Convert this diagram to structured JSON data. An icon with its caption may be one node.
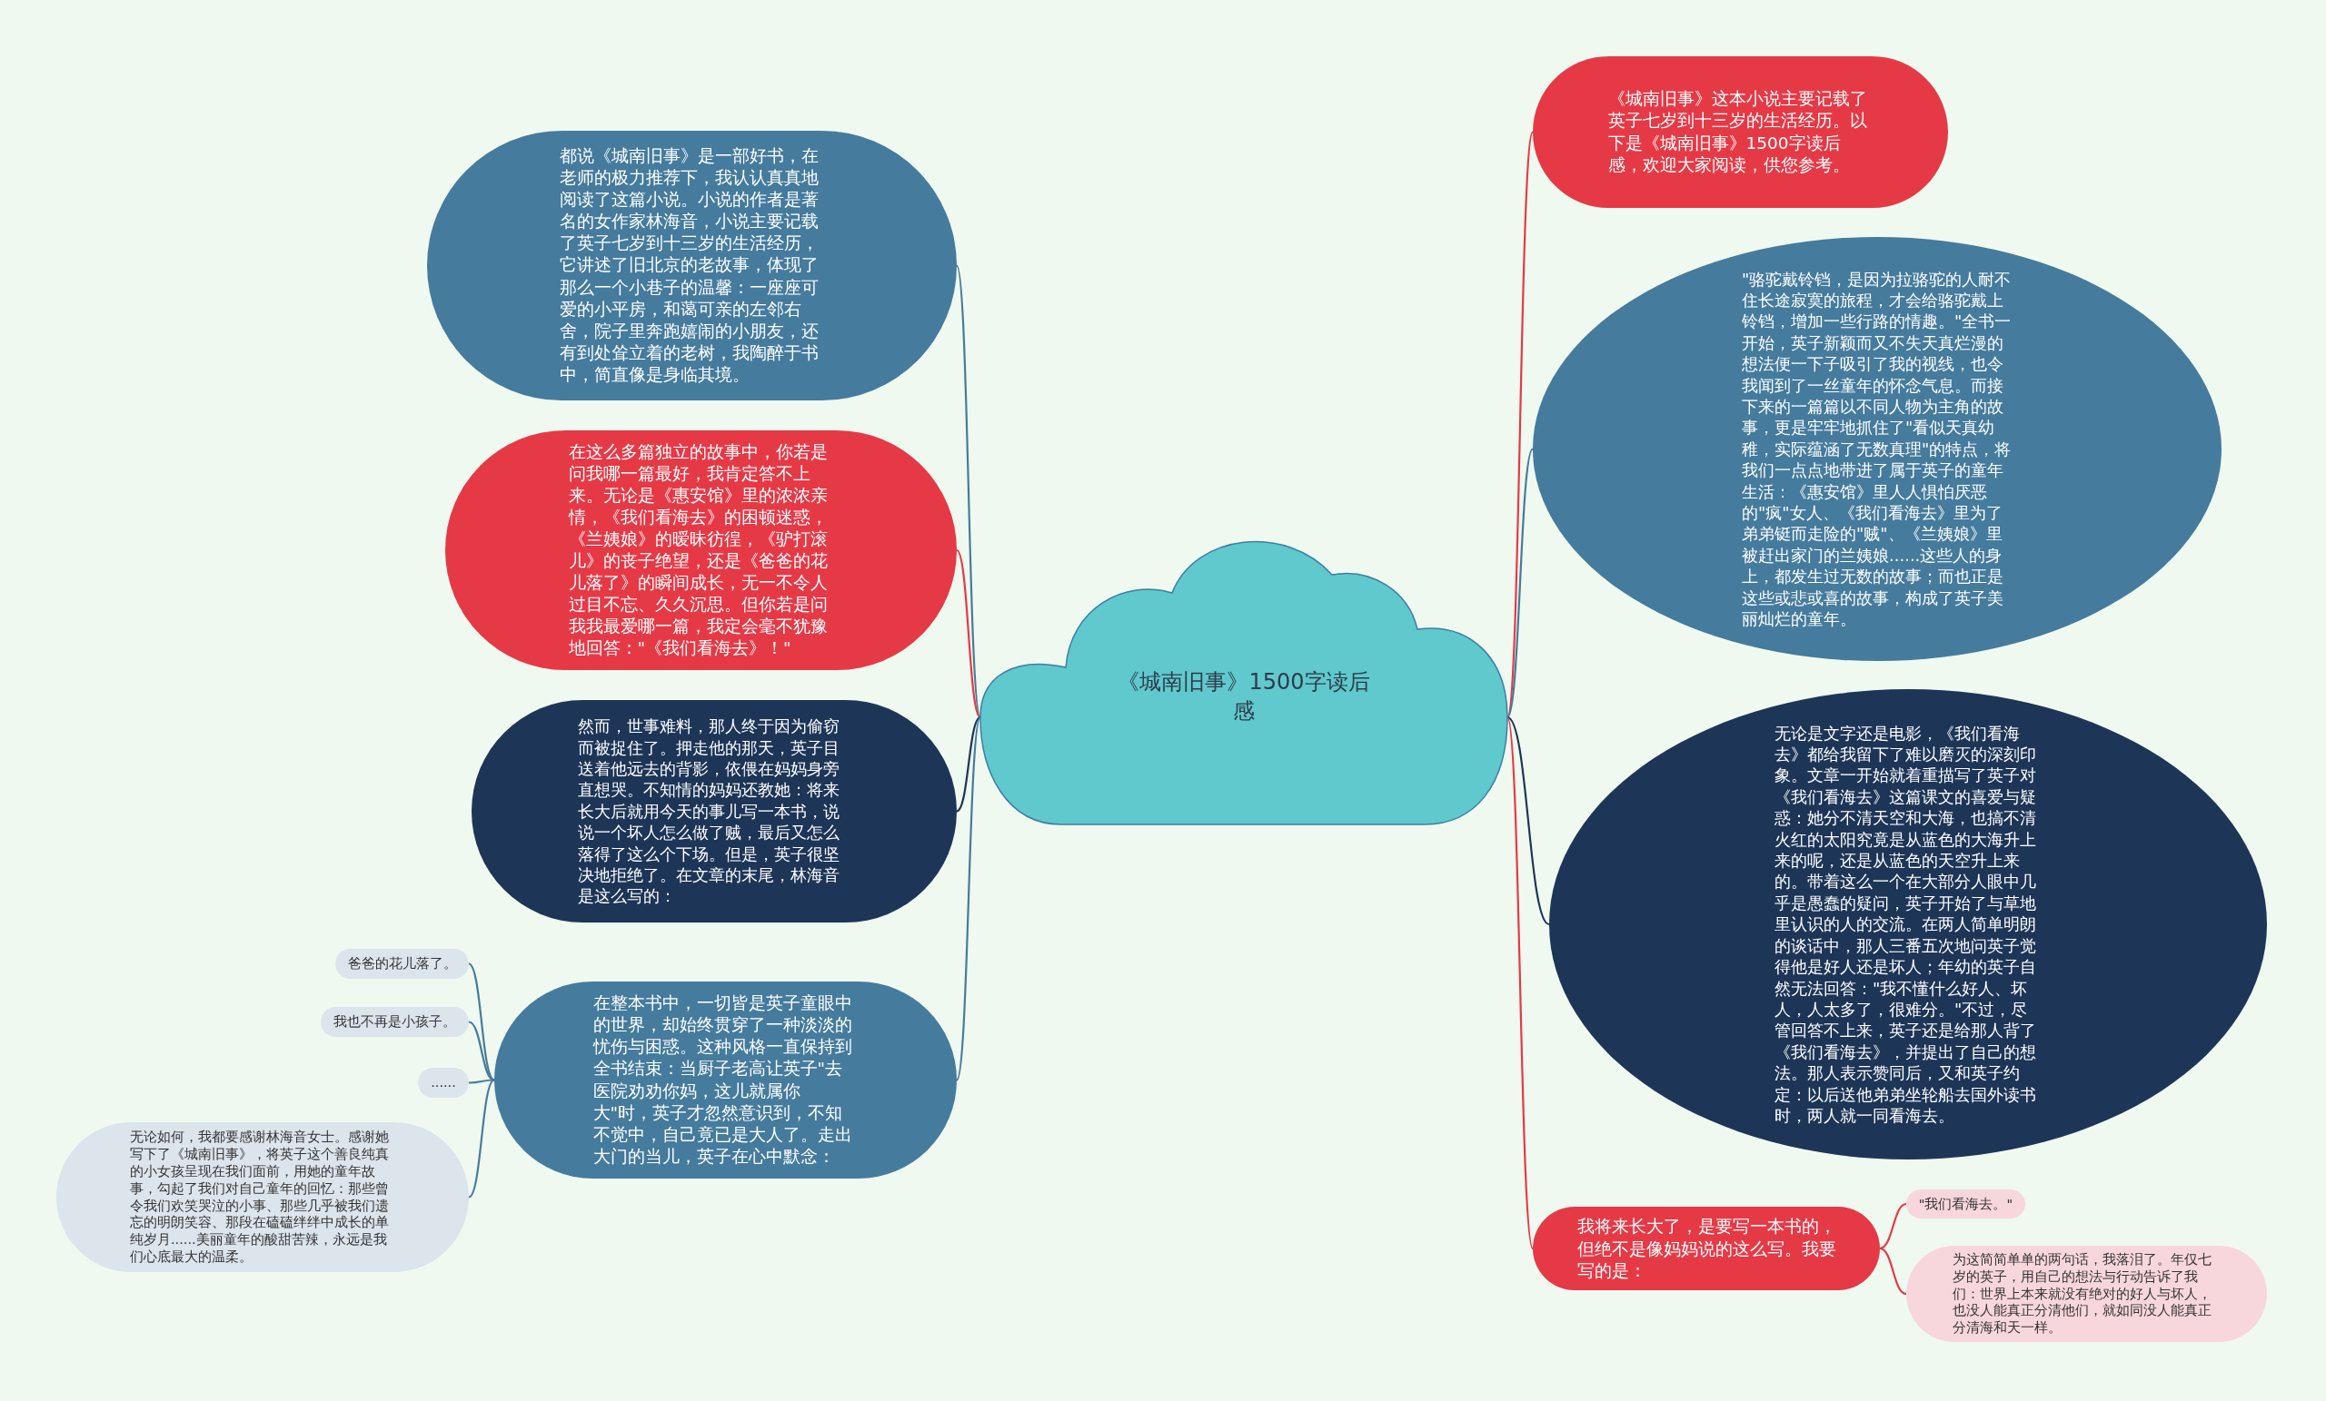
{
  "diagram": {
    "nodes": [
      {
        "text": [
          "《城南旧事》1500字读后感"
        ]
      },
      {
        "text": [
          "都说《城南旧事》是一部好书，在老师的极力推荐下，我认认真真地阅读了这篇小说。小说的作者是著名的女作家林海音，小说主要记载了英子七岁到十三岁的生活经历，它讲述了旧北京的老故事，体现了那么一个小巷子的温馨：一座座可爱的小平房，和蔼可亲的左邻右舍，院子里奔跑嬉闹的小朋友，还有到处耸立着的老树，我陶醉于书中，简直像是身临其境。"
        ]
      },
      {
        "text": [
          "在这么多篇独立的故事中，你若是问我哪一篇最好，我肯定答不上来。无论是《惠安馆》里的浓浓亲情，《我们看海去》的困顿迷惑，《兰姨娘》的暧昧彷徨，《驴打滚儿》的丧子绝望，还是《爸爸的花儿落了》的瞬间成长，无一不令人过目不忘、久久沉思。但你若是问我我最爱哪一篇，我定会毫不犹豫地回答：\"《我们看海去》！\""
        ]
      },
      {
        "text": [
          "然而，世事难料，那人终于因为偷窃而被捉住了。押走他的那天，英子目送着他远去的背影，依偎在妈妈身旁直想哭。不知情的妈妈还教她：将来长大后就用今天的事儿写一本书，说说一个坏人怎么做了贼，最后又怎么落得了这么个下场。但是，英子很坚决地拒绝了。在文章的末尾，林海音是这么写的："
        ]
      },
      {
        "text": [
          "在整本书中，一切皆是英子童眼中的世界，却始终贯穿了一种淡淡的忧伤与困惑。这种风格一直保持到全书结束：当厨子老高让英子\"去医院劝劝你妈，这儿就属你大\"时，英子才忽然意识到，不知不觉中，自己竟已是大人了。走出大门的当儿，英子在心中默念："
        ]
      },
      {
        "text": [
          "爸爸的花儿落了。"
        ]
      },
      {
        "text": [
          "我也不再是小孩子。"
        ]
      },
      {
        "text": [
          "......"
        ]
      },
      {
        "text": [
          "无论如何，我都要感谢林海音女士。感谢她写下了《城南旧事》，将英子这个善良纯真的小女孩呈现在我们面前，用她的童年故事，勾起了我们对自己童年的回忆：那些曾令我们欢笑哭泣的小事、那些几乎被我们遗忘的明朗笑容、那段在磕磕绊绊中成长的单纯岁月......美丽童年的酸甜苦辣，永远是我们心底最大的温柔。"
        ]
      },
      {
        "text": [
          "《城南旧事》这本小说主要记载了英子七岁到十三岁的生活经历。以下是《城南旧事》1500字读后感，欢迎大家阅读，供您参考。"
        ]
      },
      {
        "text": [
          "\"骆驼戴铃铛，是因为拉骆驼的人耐不住长途寂寞的旅程，才会给骆驼戴上铃铛，增加一些行路的情趣。\"全书一开始，英子新颖而又不失天真烂漫的想法便一下子吸引了我的视线，也令我闻到了一丝童年的怀念气息。而接下来的一篇篇以不同人物为主角的故事，更是牢牢地抓住了\"看似天真幼稚，实际蕴涵了无数真理\"的特点，将我们一点点地带进了属于英子的童年生活：《惠安馆》里人人惧怕厌恶的\"疯\"女人、《我们看海去》里为了弟弟铤而走险的\"贼\"、《兰姨娘》里被赶出家门的兰姨娘......这些人的身上，都发生过无数的故事；而也正是这些或悲或喜的故事，构成了英子美丽灿烂的童年。"
        ]
      },
      {
        "text": [
          "无论是文字还是电影，《我们看海去》都给我留下了难以磨灭的深刻印象。文章一开始就着重描写了英子对《我们看海去》这篇课文的喜爱与疑惑：她分不清天空和大海，也搞不清火红的太阳究竟是从蓝色的大海升上来的呢，还是从蓝色的天空升上来的。带着这么一个在大部分人眼中几乎是愚蠢的疑问，英子开始了与草地里认识的人的交流。在两人简单明朗的谈话中，那人三番五次地问英子觉得他是好人还是坏人；年幼的英子自然无法回答：\"我不懂什么好人、坏人，人太多了，很难分。\"不过，尽管回答不上来，英子还是给那人背了《我们看海去》，并提出了自己的想法。那人表示赞同后，又和英子约定：以后送他弟弟坐轮船去国外读书时，两人就一同看海去。"
        ]
      },
      {
        "text": [
          "我将来长大了，是要写一本书的，但绝不是像妈妈说的这么写。我要写的是："
        ]
      },
      {
        "text": [
          "\"我们看海去。\""
        ]
      },
      {
        "text": [
          "为这简简单单的两句话，我落泪了。年仅七岁的英子，用自己的想法与行动告诉了我们：世界上本来就没有绝对的好人与坏人，也没人能真正分清他们，就如同没人能真正分清海和天一样。"
        ]
      }
    ],
    "edges": [
      {
        "from": 0,
        "to": 1,
        "arrow": "none"
      },
      {
        "from": 0,
        "to": 2,
        "arrow": "none",
        "color": "#e63946"
      },
      {
        "from": 0,
        "to": 3,
        "arrow": "none",
        "color": "#1d3557"
      },
      {
        "from": 0,
        "to": 4,
        "arrow": "none"
      },
      {
        "from": 4,
        "to": 5,
        "arrow": "none"
      },
      {
        "from": 4,
        "to": 6,
        "arrow": "none"
      },
      {
        "from": 4,
        "to": 7,
        "arrow": "none"
      },
      {
        "from": 4,
        "to": 8,
        "arrow": "none"
      },
      {
        "from": 0,
        "to": 9,
        "arrow": "none",
        "color": "#e63946"
      },
      {
        "from": 0,
        "to": 10,
        "arrow": "none"
      },
      {
        "from": 0,
        "to": 11,
        "arrow": "none",
        "color": "#1d3557"
      },
      {
        "from": 0,
        "to": 12,
        "arrow": "none",
        "color": "#e63946"
      },
      {
        "from": 12,
        "to": 13,
        "arrow": "none",
        "color": "#e63946"
      },
      {
        "from": 12,
        "to": 14,
        "arrow": "none",
        "color": "#e63946"
      }
    ]
  }
}
